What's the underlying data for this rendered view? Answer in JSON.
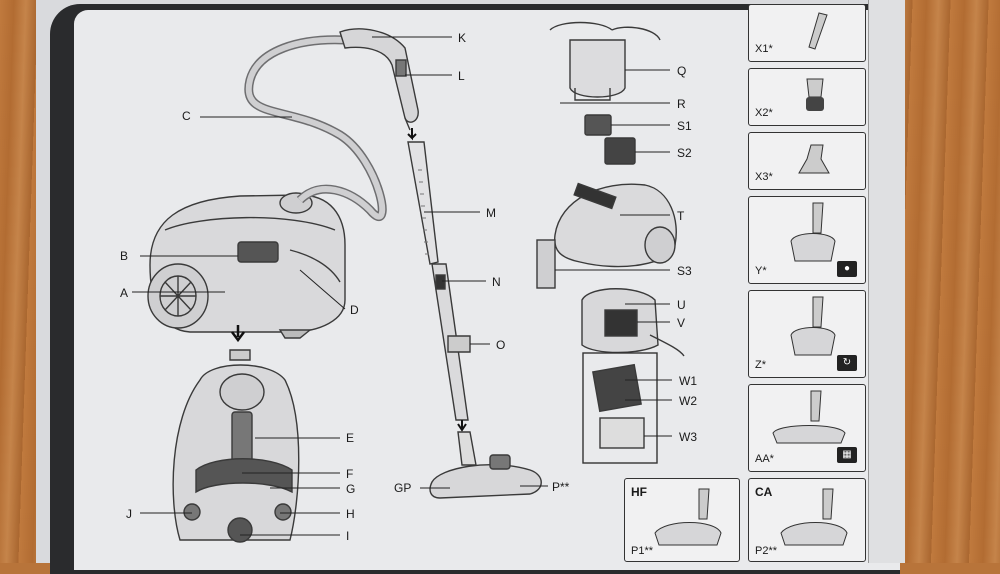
{
  "labels": {
    "A": "A",
    "B": "B",
    "C": "C",
    "D": "D",
    "E": "E",
    "F": "F",
    "G": "G",
    "H": "H",
    "I": "I",
    "J": "J",
    "K": "K",
    "L": "L",
    "M": "M",
    "N": "N",
    "O": "O",
    "GP": "GP",
    "P": "P**",
    "Q": "Q",
    "R": "R",
    "S1": "S1",
    "S2": "S2",
    "T": "T",
    "S3": "S3",
    "U": "U",
    "V": "V",
    "W1": "W1",
    "W2": "W2",
    "W3": "W3"
  },
  "accessories": [
    {
      "id": "x1",
      "label": "X1*"
    },
    {
      "id": "x2",
      "label": "X2*"
    },
    {
      "id": "x3",
      "label": "X3*"
    },
    {
      "id": "y",
      "label": "Y*",
      "badge": "paw-icon"
    },
    {
      "id": "z",
      "label": "Z*",
      "badge": "refresh-icon"
    },
    {
      "id": "aa",
      "label": "AA*",
      "badge": "floor-icon"
    }
  ],
  "bottom_boxes": [
    {
      "id": "hf",
      "head": "HF",
      "label": "P1**"
    },
    {
      "id": "ca",
      "head": "CA",
      "label": "P2**"
    }
  ]
}
